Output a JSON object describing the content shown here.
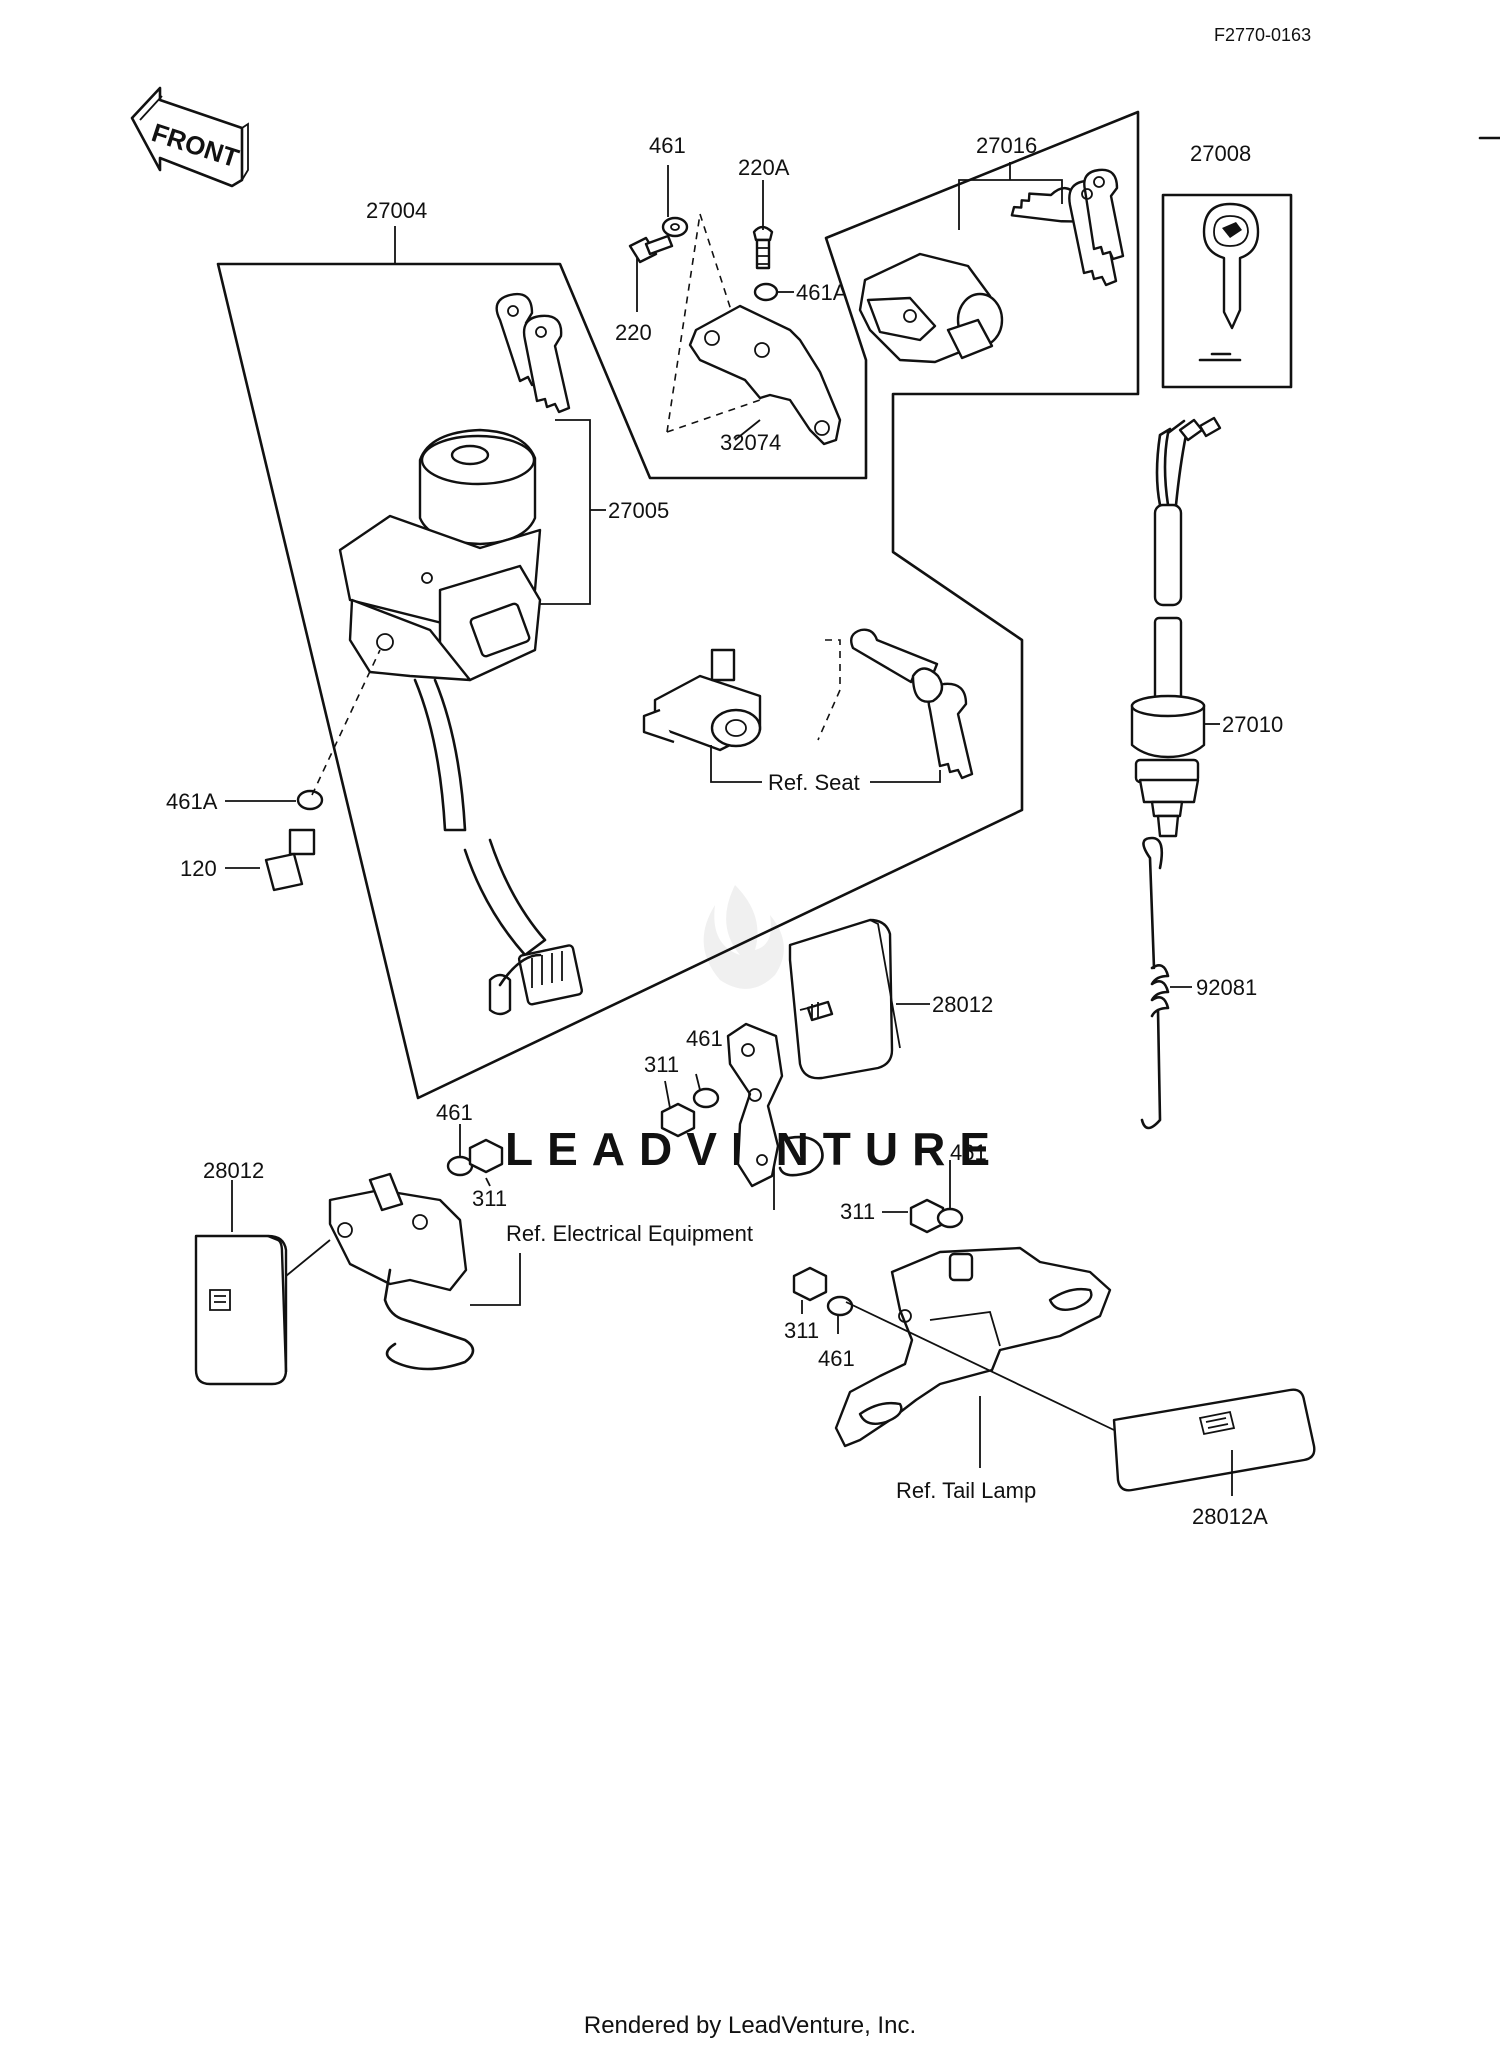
{
  "diagram_code": "F2770-0163",
  "front_label": "FRONT",
  "watermark": "LEADVENTURE",
  "footer": "Rendered by LeadVenture, Inc.",
  "labels": {
    "p27004": "27004",
    "p461_top": "461",
    "p220A": "220A",
    "p220": "220",
    "p461A_top": "461A",
    "p32074": "32074",
    "p27016": "27016",
    "p27008": "27008",
    "p27005": "27005",
    "p27010": "27010",
    "p461A_left": "461A",
    "p120": "120",
    "ref_seat": "Ref.  Seat",
    "p28012_right": "28012",
    "p92081": "92081",
    "p311_mid": "311",
    "p461_mid": "461",
    "p461_left": "461",
    "p311_left": "311",
    "p28012_left": "28012",
    "ref_electrical": "Ref.  Electrical Equipment",
    "p461_r1": "461",
    "p311_r1": "311",
    "p311_r2": "311",
    "p461_r2": "461",
    "ref_tail_lamp": "Ref.  Tail Lamp",
    "p28012A": "28012A"
  }
}
